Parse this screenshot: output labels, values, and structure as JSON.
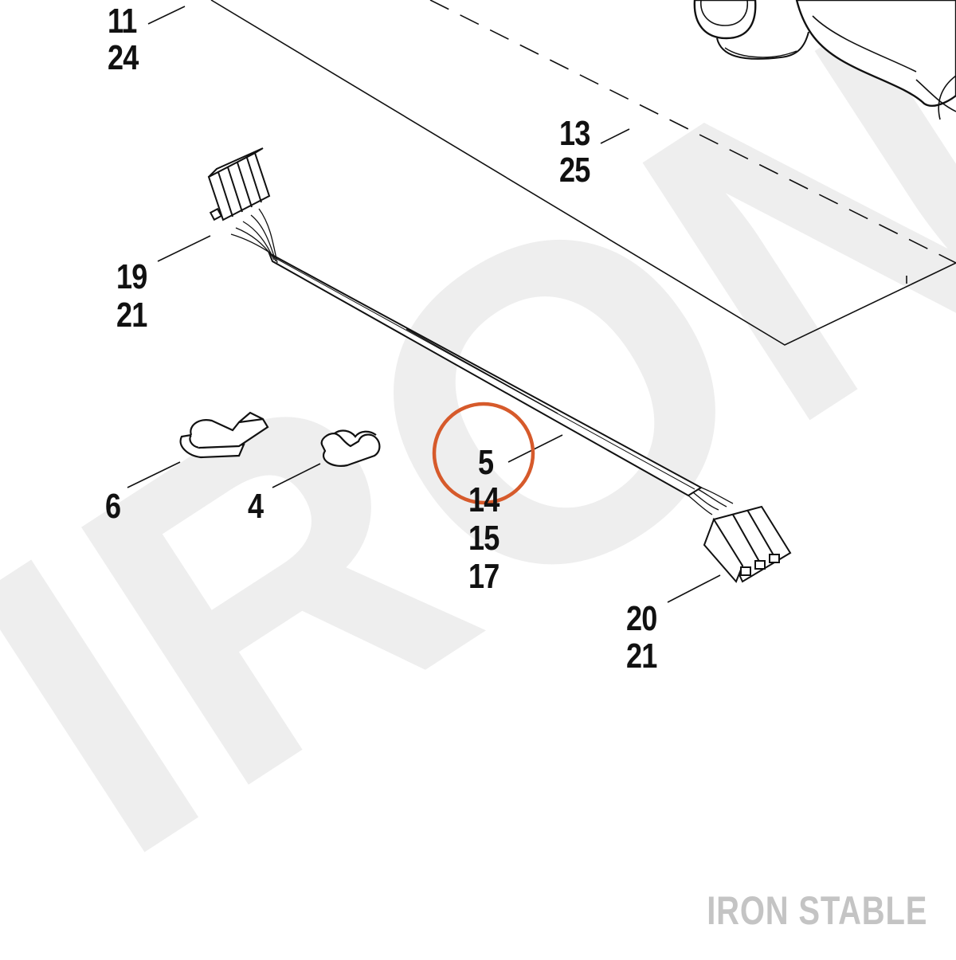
{
  "watermark": {
    "text": "IRON S",
    "color": "#eeeeee"
  },
  "brand": {
    "text": "IRON STABLE",
    "color": "#c4c4c4"
  },
  "highlight": {
    "part": "5",
    "color": "#d65a2b"
  },
  "callouts": {
    "c11": "11",
    "c24": "24",
    "c13": "13",
    "c25": "25",
    "c19": "19",
    "c21a": "21",
    "c6": "6",
    "c4": "4",
    "c5": "5",
    "c14": "14",
    "c15": "15",
    "c17": "17",
    "c20": "20",
    "c21b": "21"
  }
}
